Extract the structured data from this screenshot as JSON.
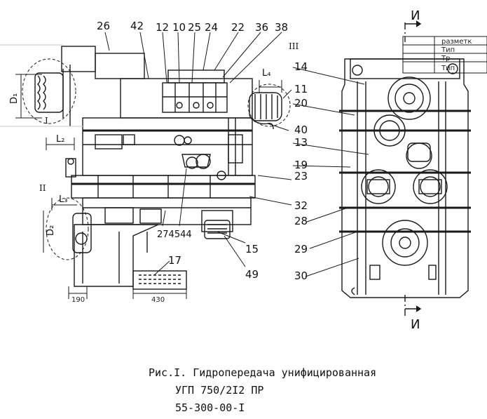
{
  "caption": {
    "line1": "Рис.I. Гидропередача унифицированная",
    "line2": "УГП 750/2I2 ПР",
    "line3": "55-300-00-I"
  },
  "callouts": {
    "c26": "26",
    "c42": "42",
    "c12": "12",
    "c10": "10",
    "c25": "25",
    "c24": "24",
    "c22": "22",
    "c36": "36",
    "c38": "38",
    "c14": "14",
    "c11": "11",
    "c20": "20",
    "c40": "40",
    "c13": "13",
    "c19": "19",
    "c23": "23",
    "c32": "32",
    "c28": "28",
    "c29": "29",
    "c30": "30",
    "c274544": "274544",
    "c15": "15",
    "c17": "17",
    "c49": "49"
  },
  "dimensions": {
    "d1": "D₁",
    "d2": "D₂",
    "l2": "L₂",
    "l3": "L₃",
    "l4": "L₄",
    "w190": "190",
    "w430": "430"
  },
  "roman": {
    "r1": "I",
    "r2": "II",
    "r3": "III"
  },
  "section": {
    "top": "И",
    "bottom": "И"
  },
  "stamp": {
    "r1": "разметк",
    "r2": "Тип",
    "r3": "Тр",
    "r4": "Тип"
  }
}
